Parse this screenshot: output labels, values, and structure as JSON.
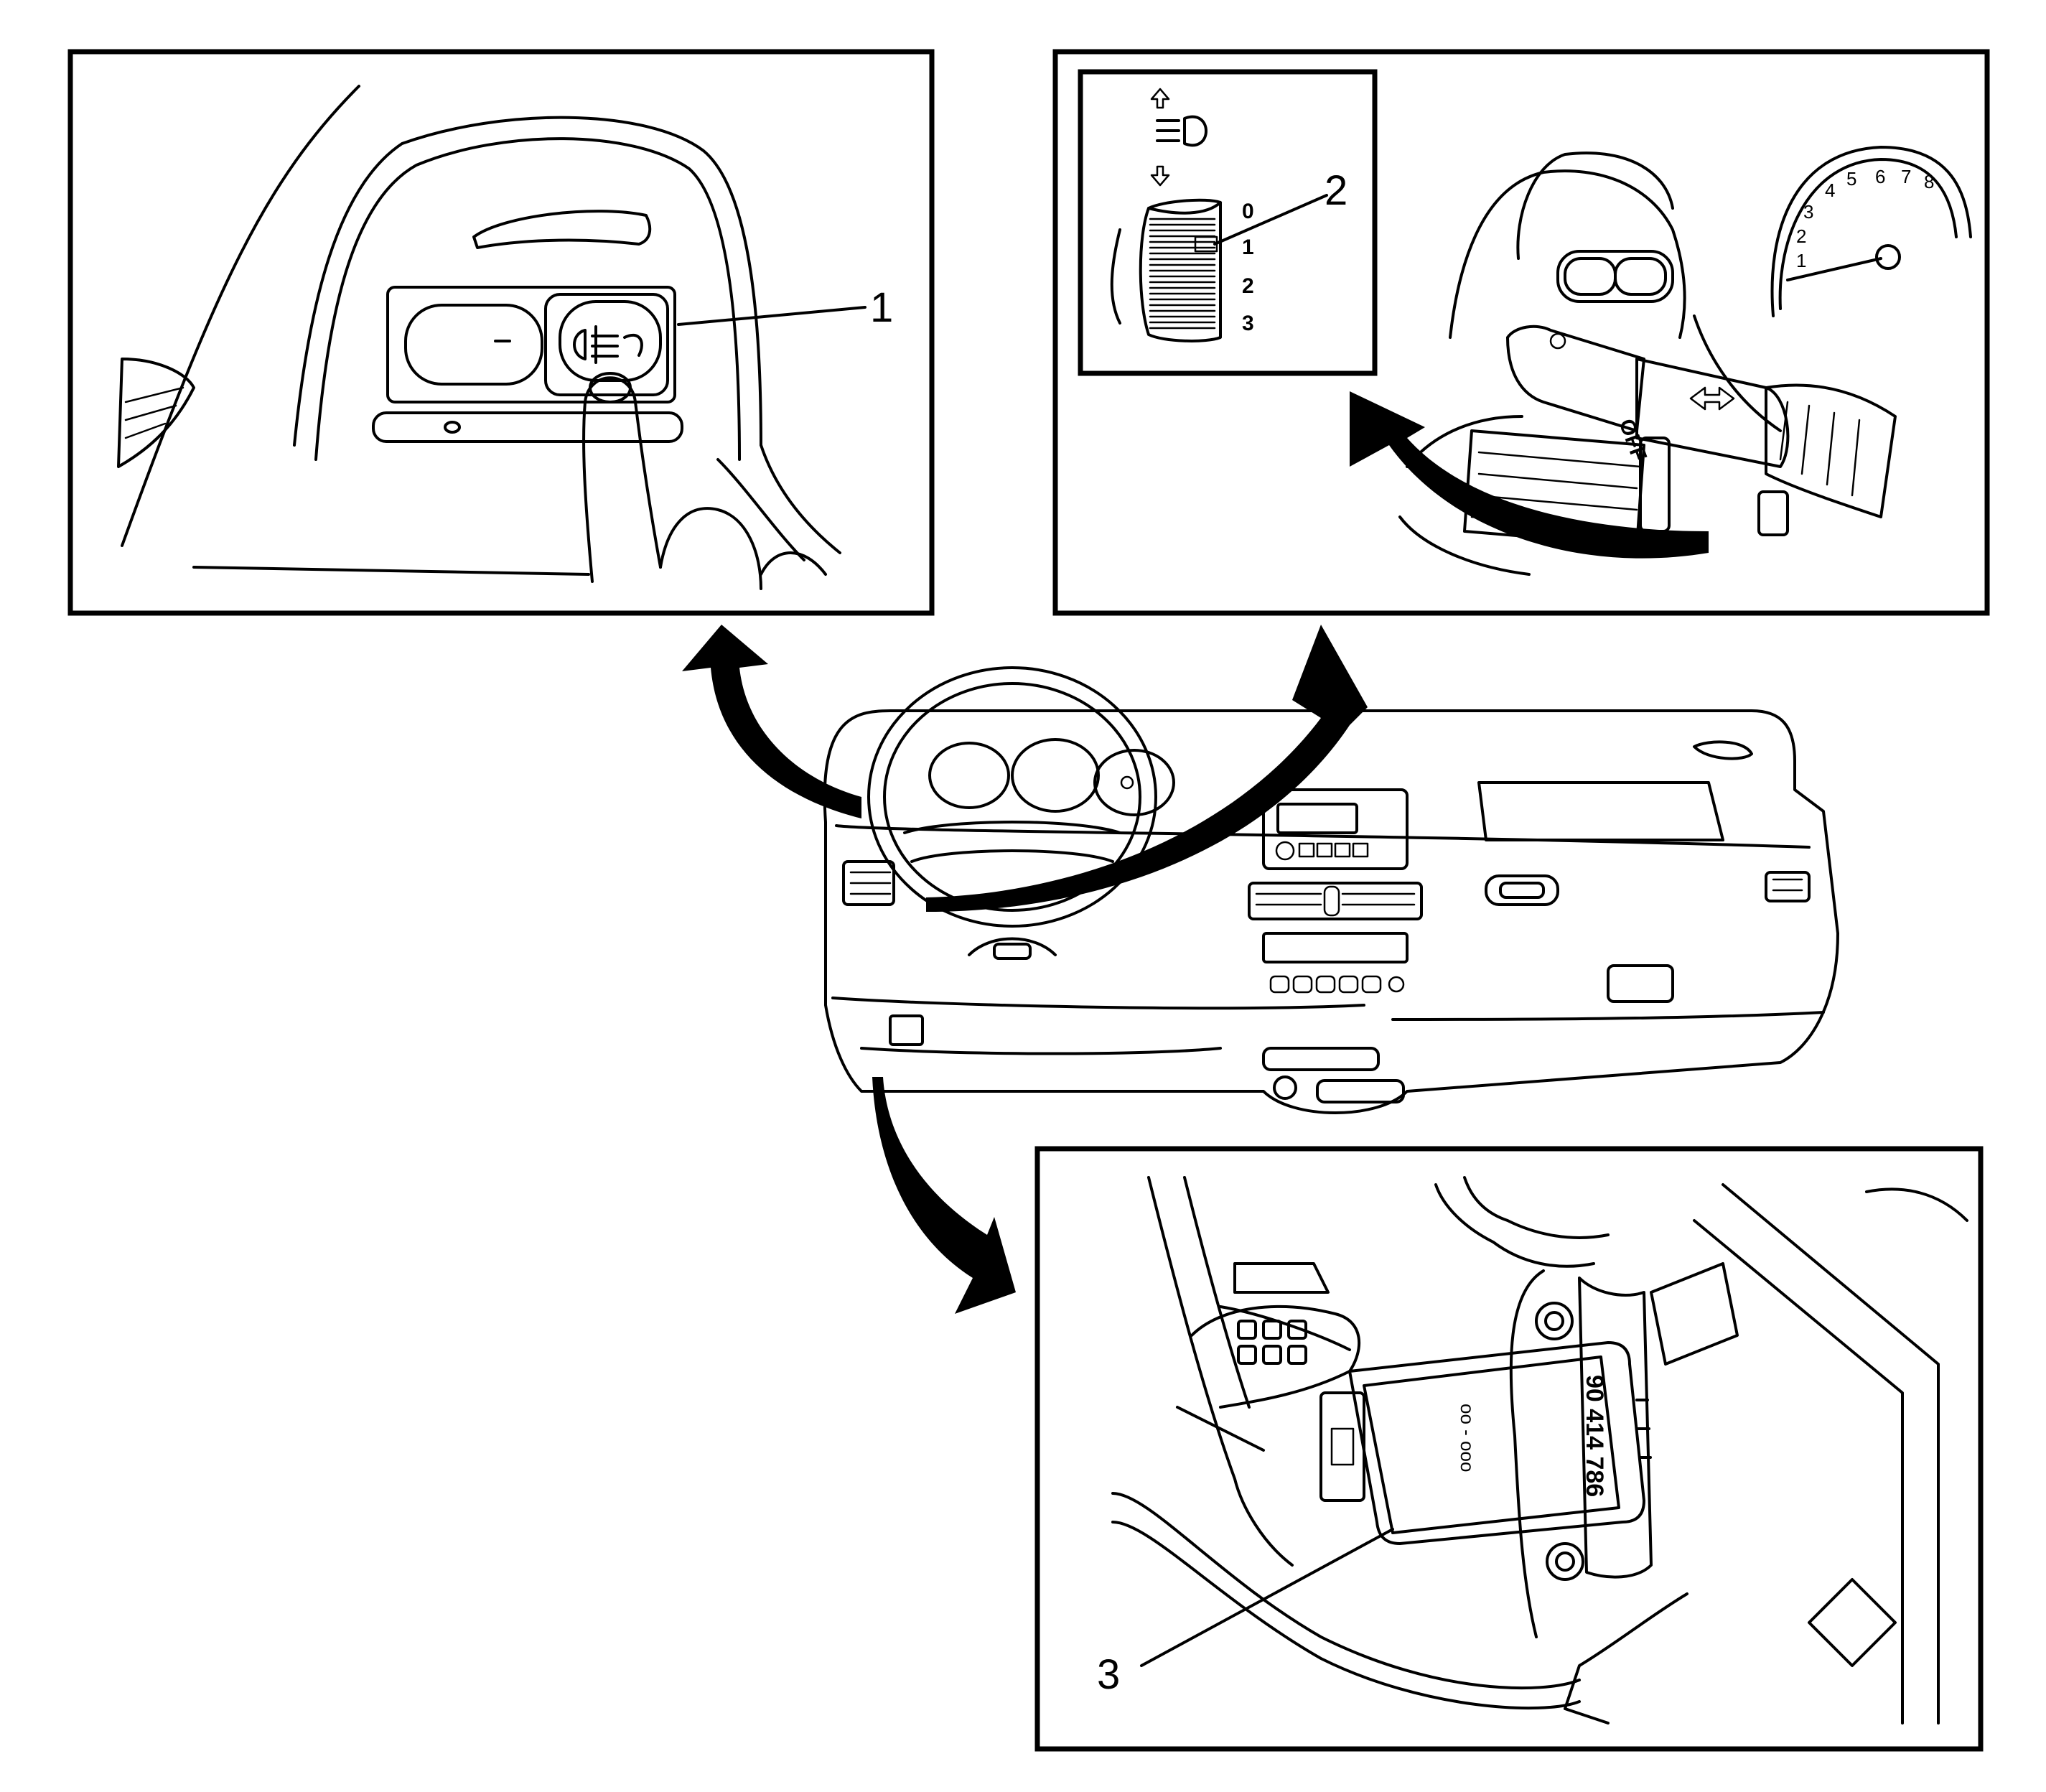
{
  "callouts": [
    "1",
    "2",
    "3"
  ],
  "wheel_scale": [
    "0",
    "1",
    "2",
    "3"
  ],
  "gauge_numbers": [
    "1",
    "2",
    "3",
    "4",
    "5",
    "6",
    "7",
    "8"
  ],
  "stalk_label": "OFF",
  "module_part_number": "90 414 786",
  "module_marking": "oo - ooo"
}
